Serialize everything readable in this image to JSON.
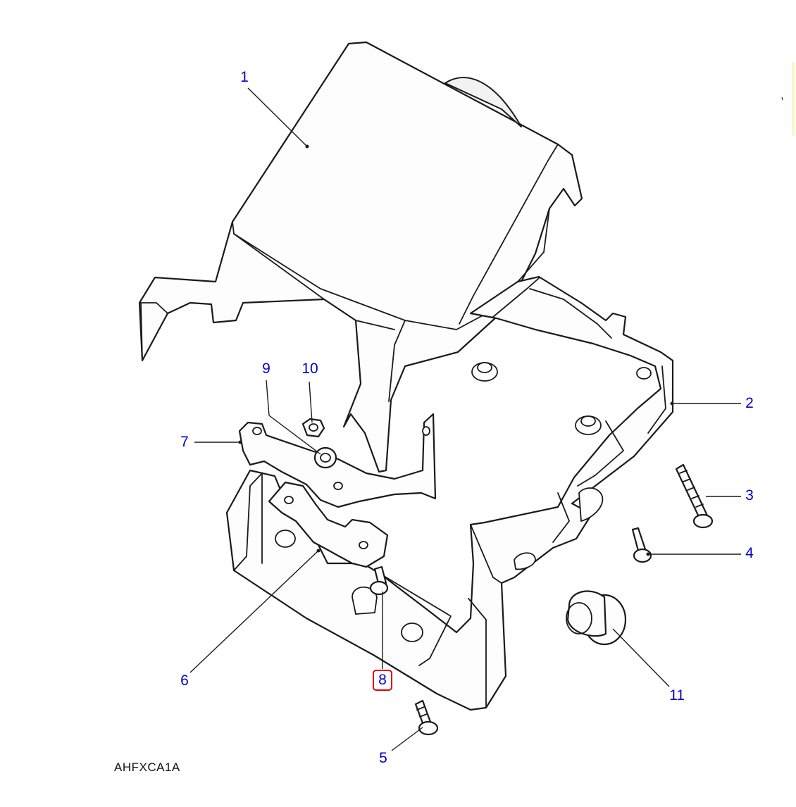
{
  "colors": {
    "callout_text": "#0000cc",
    "selected_border": "#e00000",
    "line_art": "#1a1a1a"
  },
  "diagram_code": "AHFXCA1A",
  "selected_callout": "8",
  "callouts": [
    {
      "id": "1",
      "label": "1"
    },
    {
      "id": "2",
      "label": "2"
    },
    {
      "id": "3",
      "label": "3"
    },
    {
      "id": "4",
      "label": "4"
    },
    {
      "id": "5",
      "label": "5"
    },
    {
      "id": "6",
      "label": "6"
    },
    {
      "id": "7",
      "label": "7"
    },
    {
      "id": "8",
      "label": "8"
    },
    {
      "id": "9",
      "label": "9"
    },
    {
      "id": "10",
      "label": "10"
    },
    {
      "id": "11",
      "label": "11"
    }
  ]
}
